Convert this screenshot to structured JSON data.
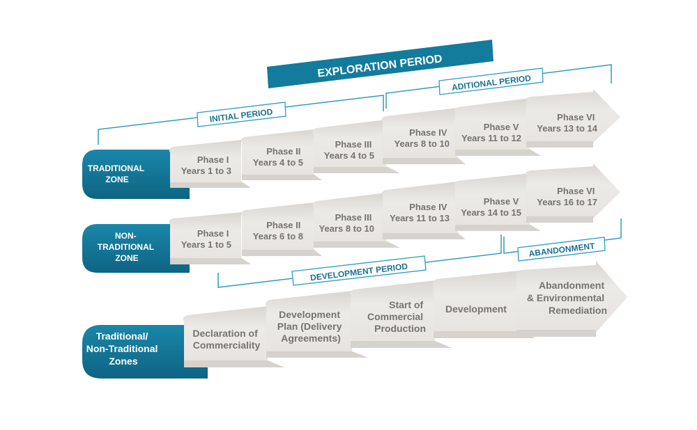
{
  "colors": {
    "teal": "#137b9c",
    "teal_dark": "#0f6a88",
    "line": "#2a9dc4",
    "step_fill": "#e9e7e4",
    "step_shade": "#cfcbc6",
    "text_grey": "#77736f"
  },
  "exploration_period": "EXPLORATION PERIOD",
  "initial_period": "INITIAL PERIOD",
  "additional_period": "ADITIONAL PERIOD",
  "development_period": "DEVELOPMENT PERIOD",
  "abandonment_tag": "ABANDONMENT",
  "rows": [
    {
      "zone": [
        "TRADITIONAL",
        "ZONE"
      ],
      "phases": [
        {
          "phase": "Phase I",
          "years": "Years 1 to 3"
        },
        {
          "phase": "Phase II",
          "years": "Years 4 to 5"
        },
        {
          "phase": "Phase III",
          "years": "Years 4 to 5"
        },
        {
          "phase": "Phase IV",
          "years": "Years 8 to 10"
        },
        {
          "phase": "Phase V",
          "years": "Years 11 to 12"
        },
        {
          "phase": "Phase VI",
          "years": "Years 13 to 14"
        }
      ]
    },
    {
      "zone": [
        "NON-",
        "TRADITIONAL",
        "ZONE"
      ],
      "phases": [
        {
          "phase": "Phase I",
          "years": "Years 1 to 5"
        },
        {
          "phase": "Phase II",
          "years": "Years 6 to 8"
        },
        {
          "phase": "Phase III",
          "years": "Years 8 to 10"
        },
        {
          "phase": "Phase IV",
          "years": "Years 11 to 13"
        },
        {
          "phase": "Phase V",
          "years": "Years 14 to 15"
        },
        {
          "phase": "Phase VI",
          "years": "Years 16 to 17"
        }
      ]
    }
  ],
  "development_row": {
    "zone": [
      "Traditional/",
      "Non-Traditional",
      "Zones"
    ],
    "steps": [
      [
        "Declaration of",
        "Commerciality"
      ],
      [
        "Development",
        "Plan (Delivery",
        "Agreements)"
      ],
      [
        "Start of",
        "Commercial",
        "Production"
      ],
      [
        "Development"
      ],
      [
        "Abandonment",
        "& Environmental",
        "Remediation"
      ]
    ]
  }
}
